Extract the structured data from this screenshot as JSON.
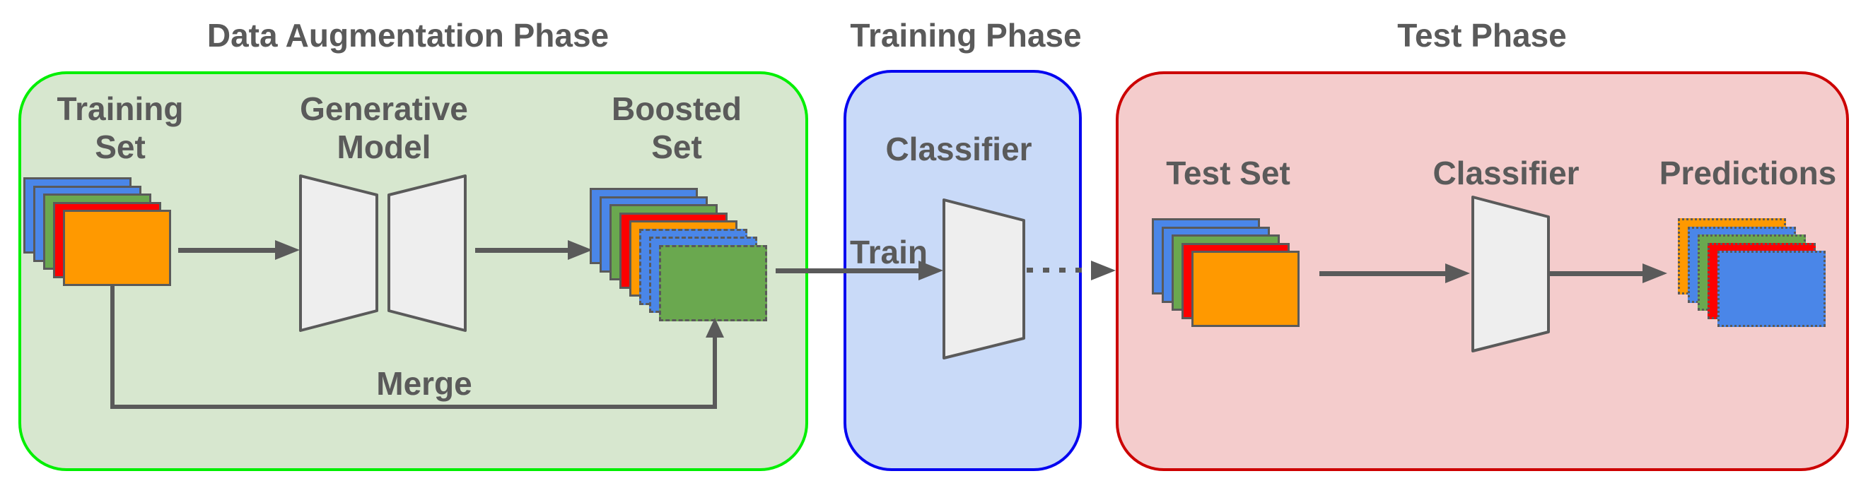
{
  "titles": {
    "augmentation": "Data Augmentation Phase",
    "training": "Training Phase",
    "test": "Test Phase"
  },
  "augmentation_phase": {
    "training_set_label": "Training Set",
    "generative_model_label": "Generative Model",
    "boosted_set_label": "Boosted Set",
    "merge_label": "Merge"
  },
  "training_phase": {
    "classifier_label": "Classifier",
    "train_label": "Train"
  },
  "test_phase": {
    "test_set_label": "Test Set",
    "classifier_label": "Classifier",
    "predictions_label": "Predictions"
  },
  "colors": {
    "background": "#ffffff",
    "text": "#5a5a5a",
    "arrow": "#5a5a5a",
    "augmentation_box_fill": "#d7e7cf",
    "augmentation_box_border": "#00ef00",
    "training_box_fill": "#c9daf8",
    "training_box_border": "#0505f0",
    "test_box_fill": "#f4cccc",
    "test_box_border": "#cc0000",
    "image_blue": "#4a86e8",
    "image_green": "#6aa84f",
    "image_red": "#fe0000",
    "image_orange": "#ff9900",
    "model_shape_fill": "#eeeeee"
  },
  "stacks": {
    "training_set": [
      {
        "fill": "#4a86e8",
        "border": "solid"
      },
      {
        "fill": "#4a86e8",
        "border": "solid"
      },
      {
        "fill": "#6aa84f",
        "border": "solid"
      },
      {
        "fill": "#fe0000",
        "border": "solid"
      },
      {
        "fill": "#ff9900",
        "border": "solid"
      }
    ],
    "boosted_set": [
      {
        "fill": "#4a86e8",
        "border": "solid"
      },
      {
        "fill": "#4a86e8",
        "border": "solid"
      },
      {
        "fill": "#6aa84f",
        "border": "solid"
      },
      {
        "fill": "#fe0000",
        "border": "solid"
      },
      {
        "fill": "#ff9900",
        "border": "solid"
      },
      {
        "fill": "#4a86e8",
        "border": "dashed"
      },
      {
        "fill": "#4a86e8",
        "border": "dashed"
      },
      {
        "fill": "#6aa84f",
        "border": "dashed"
      }
    ],
    "test_set": [
      {
        "fill": "#4a86e8",
        "border": "solid"
      },
      {
        "fill": "#4a86e8",
        "border": "solid"
      },
      {
        "fill": "#6aa84f",
        "border": "solid"
      },
      {
        "fill": "#fe0000",
        "border": "solid"
      },
      {
        "fill": "#ff9900",
        "border": "solid"
      }
    ],
    "predictions": [
      {
        "fill": "#ff9900",
        "border": "dotted"
      },
      {
        "fill": "#4a86e8",
        "border": "dotted"
      },
      {
        "fill": "#6aa84f",
        "border": "dotted"
      },
      {
        "fill": "#fe0000",
        "border": "dotted"
      },
      {
        "fill": "#4a86e8",
        "border": "dotted"
      }
    ]
  }
}
